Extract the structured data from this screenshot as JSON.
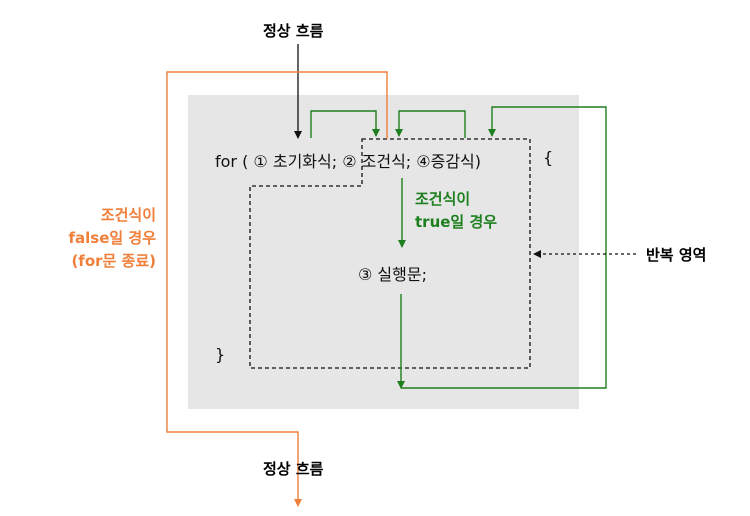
{
  "top_flow_label": "정상 흐름",
  "bottom_flow_label": "정상 흐름",
  "code": {
    "for_open": "for ( ① 초기화식; ② 조건식; ④증감식)",
    "brace_open": "{",
    "body": "③ 실행문;",
    "brace_close": "}"
  },
  "false_label": [
    "조건식이",
    "false일 경우",
    "(for문 종료)"
  ],
  "true_label": [
    "조건식이",
    "true일 경우"
  ],
  "loop_area_label": "반복 영역",
  "colors": {
    "orange": "#f07f3a",
    "green": "#1e7f1e",
    "box": "#e6e6e6",
    "black": "#111111"
  }
}
